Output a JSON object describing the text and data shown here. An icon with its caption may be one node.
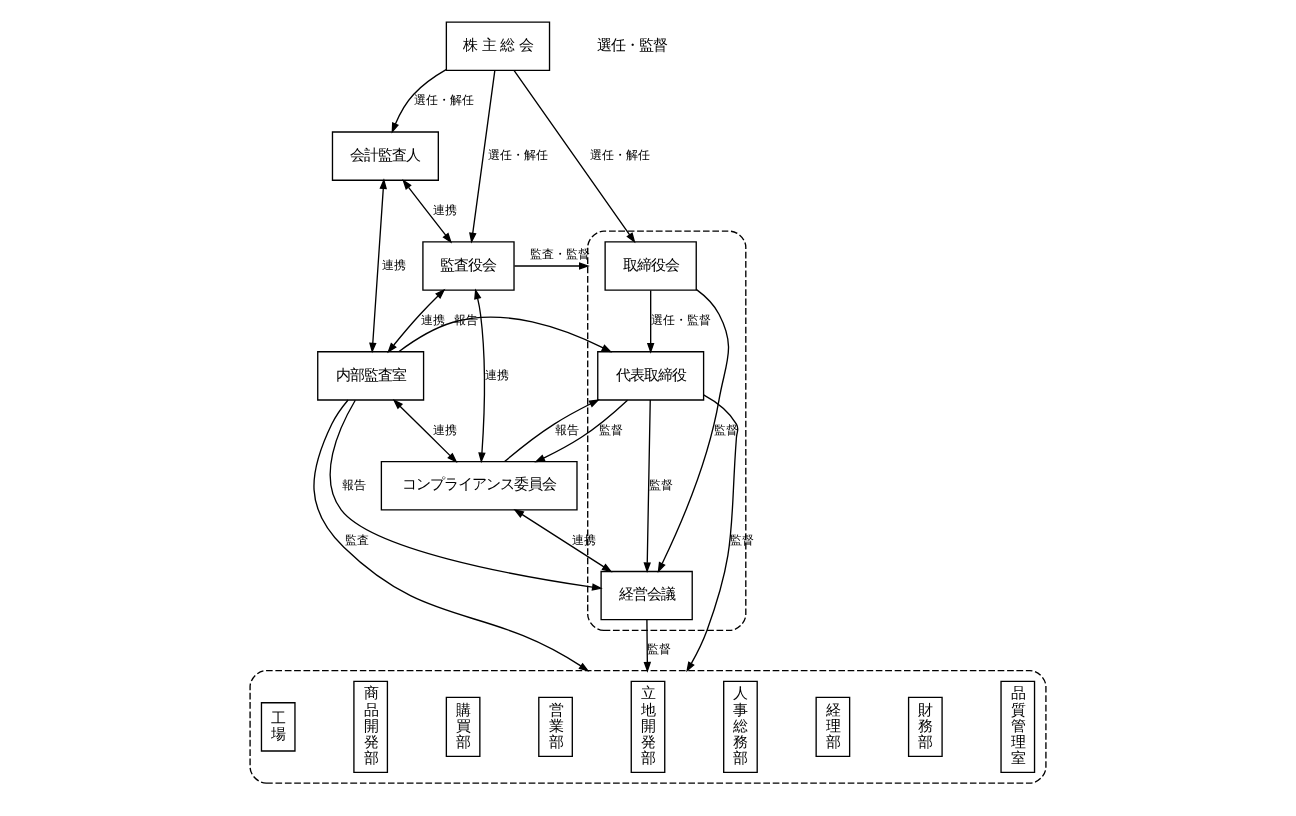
{
  "diagram": {
    "nodes": [
      {
        "text": [
          "株 主 総 会"
        ]
      },
      {
        "text": [],
        "shape": "box"
      },
      {
        "text": [
          "取締役会"
        ],
        "in": 1
      },
      {
        "text": [
          "監査役会"
        ]
      },
      {
        "text": [
          "会計監査人"
        ]
      },
      {
        "text": [
          "コンプライアンス委員会"
        ]
      },
      {
        "text": [
          "代表取締役"
        ],
        "in": 1
      },
      {
        "text": [
          "内部監査室"
        ]
      },
      {
        "text": [
          "経営会議"
        ],
        "in": 1
      },
      {
        "text": [],
        "shape": "box"
      },
      {
        "text": [
          "工場"
        ],
        "in": 9
      },
      {
        "text": [
          "商品開発部"
        ],
        "in": 9
      },
      {
        "text": [
          "購買部"
        ],
        "in": 9
      },
      {
        "text": [
          "営業部"
        ],
        "in": 9
      },
      {
        "text": [
          "立地開発部"
        ],
        "in": 9
      },
      {
        "text": [
          "人事総務部"
        ],
        "in": 9
      },
      {
        "text": [
          "経理部"
        ],
        "in": 9
      },
      {
        "text": [
          "財務部"
        ],
        "in": 9
      },
      {
        "text": [
          "品質管理室"
        ],
        "in": 9
      }
    ],
    "edges": [
      {
        "from": 0,
        "to": 2,
        "arrow": "to",
        "label": "選任・解任"
      },
      {
        "from": 0,
        "to": 4,
        "arrow": "to",
        "label": "選任・解任"
      },
      {
        "from": 0,
        "to": 3,
        "arrow": "to",
        "label": "選任・解任"
      },
      {
        "from": 3,
        "to": 1,
        "arrow": "to",
        "label": "監査・監督"
      },
      {
        "from": 4,
        "to": 3,
        "arrow": "both",
        "label": "連携"
      },
      {
        "from": 4,
        "to": 7,
        "arrow": "both",
        "label": "連携"
      },
      {
        "from": 3,
        "to": 7,
        "arrow": "both",
        "label": "連携"
      },
      {
        "from": 5,
        "to": 3,
        "arrow": "both",
        "label": "連携"
      },
      {
        "from": 5,
        "to": 7,
        "arrow": "both",
        "label": "連携"
      },
      {
        "from": 2,
        "to": 6,
        "arrow": "to",
        "label": "選任・監督"
      },
      {
        "from": 5,
        "to": 6,
        "arrow": "to",
        "label": "報告"
      },
      {
        "from": 6,
        "to": 5,
        "arrow": "to",
        "label": "監督"
      },
      {
        "from": 7,
        "to": 6,
        "arrow": "to",
        "label": "報告"
      },
      {
        "from": 2,
        "to": 8,
        "arrow": "to",
        "label": "監督"
      },
      {
        "from": 6,
        "to": 8,
        "arrow": "to",
        "label": "監督"
      },
      {
        "from": 7,
        "to": 8,
        "arrow": "to",
        "label": "報告"
      },
      {
        "from": 5,
        "to": 8,
        "arrow": "both",
        "label": "連携"
      },
      {
        "from": 6,
        "to": 9,
        "arrow": "to",
        "label": "監督"
      },
      {
        "from": 8,
        "to": 9,
        "arrow": "to",
        "label": "監督"
      },
      {
        "from": 7,
        "to": 9,
        "arrow": "to",
        "label": "監査"
      }
    ],
    "labels": [
      "選任・監督"
    ]
  }
}
